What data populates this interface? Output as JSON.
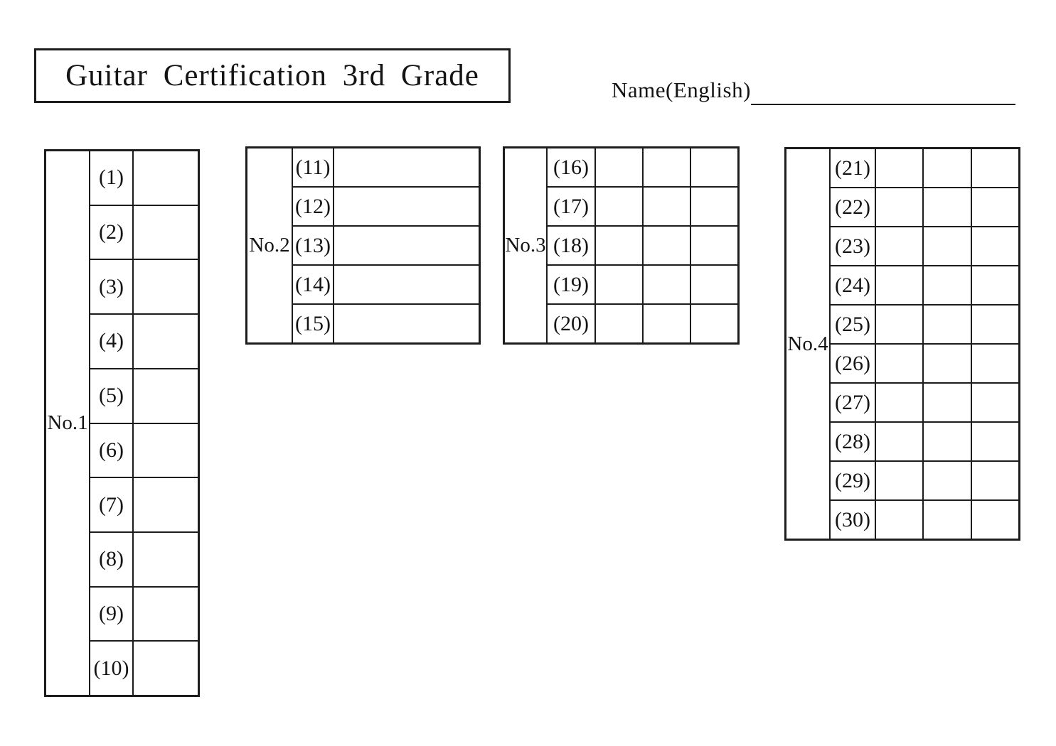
{
  "page": {
    "title": "Guitar Certification 3rd Grade",
    "name_label": "Name(English)"
  },
  "tables": [
    {
      "label": "No.1",
      "answer_cols": 1,
      "items": [
        "(1)",
        "(2)",
        "(3)",
        "(4)",
        "(5)",
        "(6)",
        "(7)",
        "(8)",
        "(9)",
        "(10)"
      ]
    },
    {
      "label": "No.2",
      "answer_cols": 1,
      "items": [
        "(11)",
        "(12)",
        "(13)",
        "(14)",
        "(15)"
      ]
    },
    {
      "label": "No.3",
      "answer_cols": 3,
      "items": [
        "(16)",
        "(17)",
        "(18)",
        "(19)",
        "(20)"
      ]
    },
    {
      "label": "No.4",
      "answer_cols": 3,
      "items": [
        "(21)",
        "(22)",
        "(23)",
        "(24)",
        "(25)",
        "(26)",
        "(27)",
        "(28)",
        "(29)",
        "(30)"
      ]
    }
  ]
}
